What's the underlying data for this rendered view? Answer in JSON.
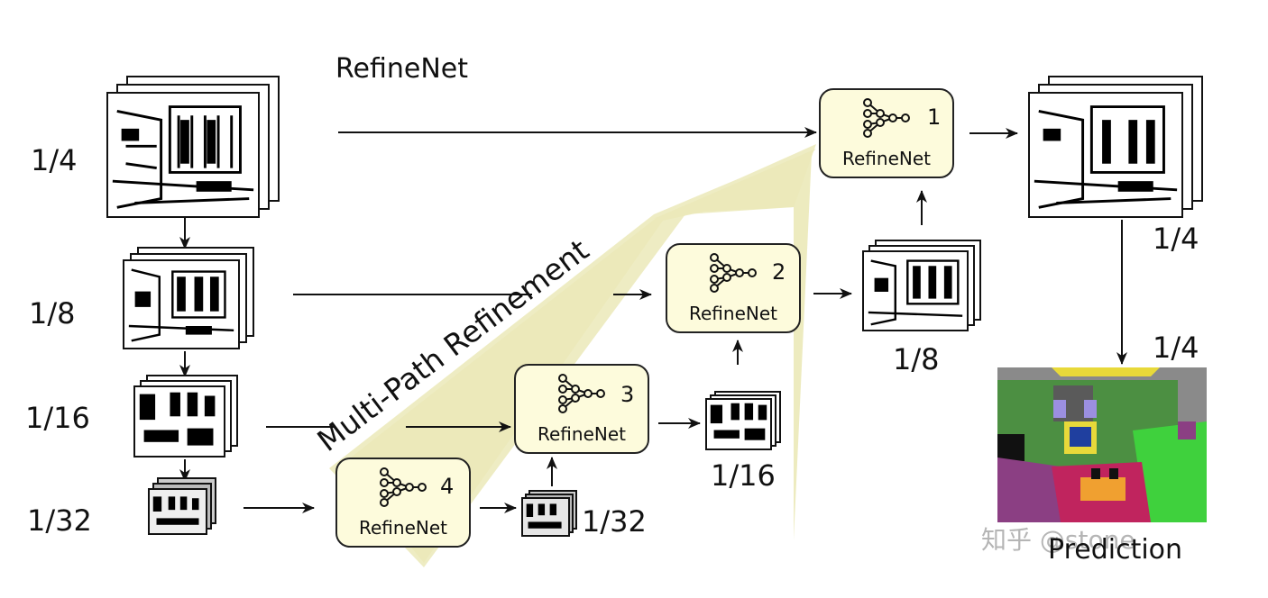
{
  "title": "RefineNet",
  "scale_labels": {
    "s4": "1/4",
    "s8": "1/8",
    "s16": "1/16",
    "s32": "1/32",
    "out4": "1/4",
    "out4b": "1/4",
    "mid8": "1/8",
    "mid16": "1/16",
    "mid32": "1/32"
  },
  "refine_blocks": [
    {
      "num": "1",
      "label": "RefineNet"
    },
    {
      "num": "2",
      "label": "RefineNet"
    },
    {
      "num": "3",
      "label": "RefineNet"
    },
    {
      "num": "4",
      "label": "RefineNet"
    }
  ],
  "multipath_label": "Multi-Path Refinement",
  "prediction_label": "Prediction",
  "watermark": "知乎 @stone",
  "colors": {
    "block_fill": "#fdfbdc",
    "big_arrow": "#ebe9b8",
    "seg_green": "#4c8f42",
    "seg_bright_green": "#3fd13d",
    "seg_purple": "#8b3f83",
    "seg_magenta": "#c0245e",
    "seg_orange": "#f0a030",
    "seg_yellow": "#e8d93a",
    "seg_gray": "#8a8a8a"
  }
}
